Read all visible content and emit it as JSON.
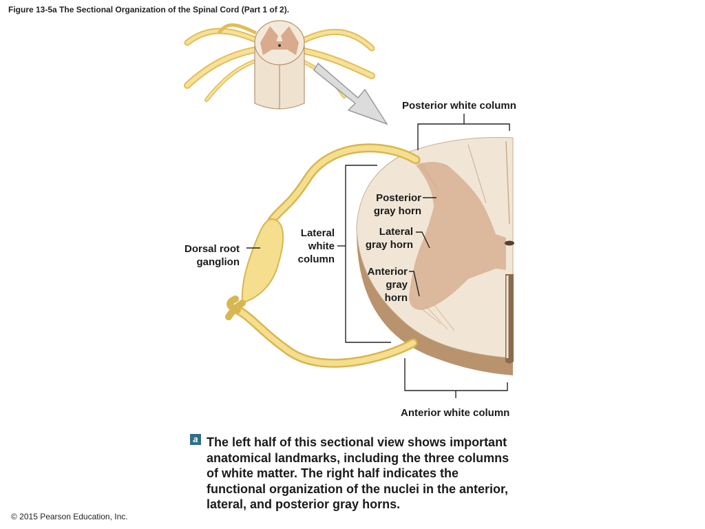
{
  "figure_title": "Figure 13-5a The Sectional Organization of the Spinal Cord (Part 1 of 2).",
  "labels": {
    "posterior_white_column": "Posterior white column",
    "posterior_gray_horn": [
      "Posterior",
      "gray horn"
    ],
    "lateral_gray_horn": [
      "Lateral",
      "gray horn"
    ],
    "anterior_gray_horn": [
      "Anterior",
      "gray",
      "horn"
    ],
    "lateral_white_column": [
      "Lateral",
      "white",
      "column"
    ],
    "dorsal_root_ganglion": [
      "Dorsal root",
      "ganglion"
    ],
    "anterior_white_column": "Anterior white column"
  },
  "caption": {
    "badge": "a",
    "text": "The left half of this sectional view shows important anatomical landmarks, including the three columns of white matter. The right half indicates the functional organization of the nuclei in the anterior, lateral, and posterior gray horns."
  },
  "copyright": "© 2015 Pearson Education, Inc.",
  "colors": {
    "nerve": "#f3d77a",
    "white_matter": "#f1e6d6",
    "gray_matter": "#dcb89c",
    "cord_shadow": "#b8936e",
    "badge": "#2f6f86"
  }
}
